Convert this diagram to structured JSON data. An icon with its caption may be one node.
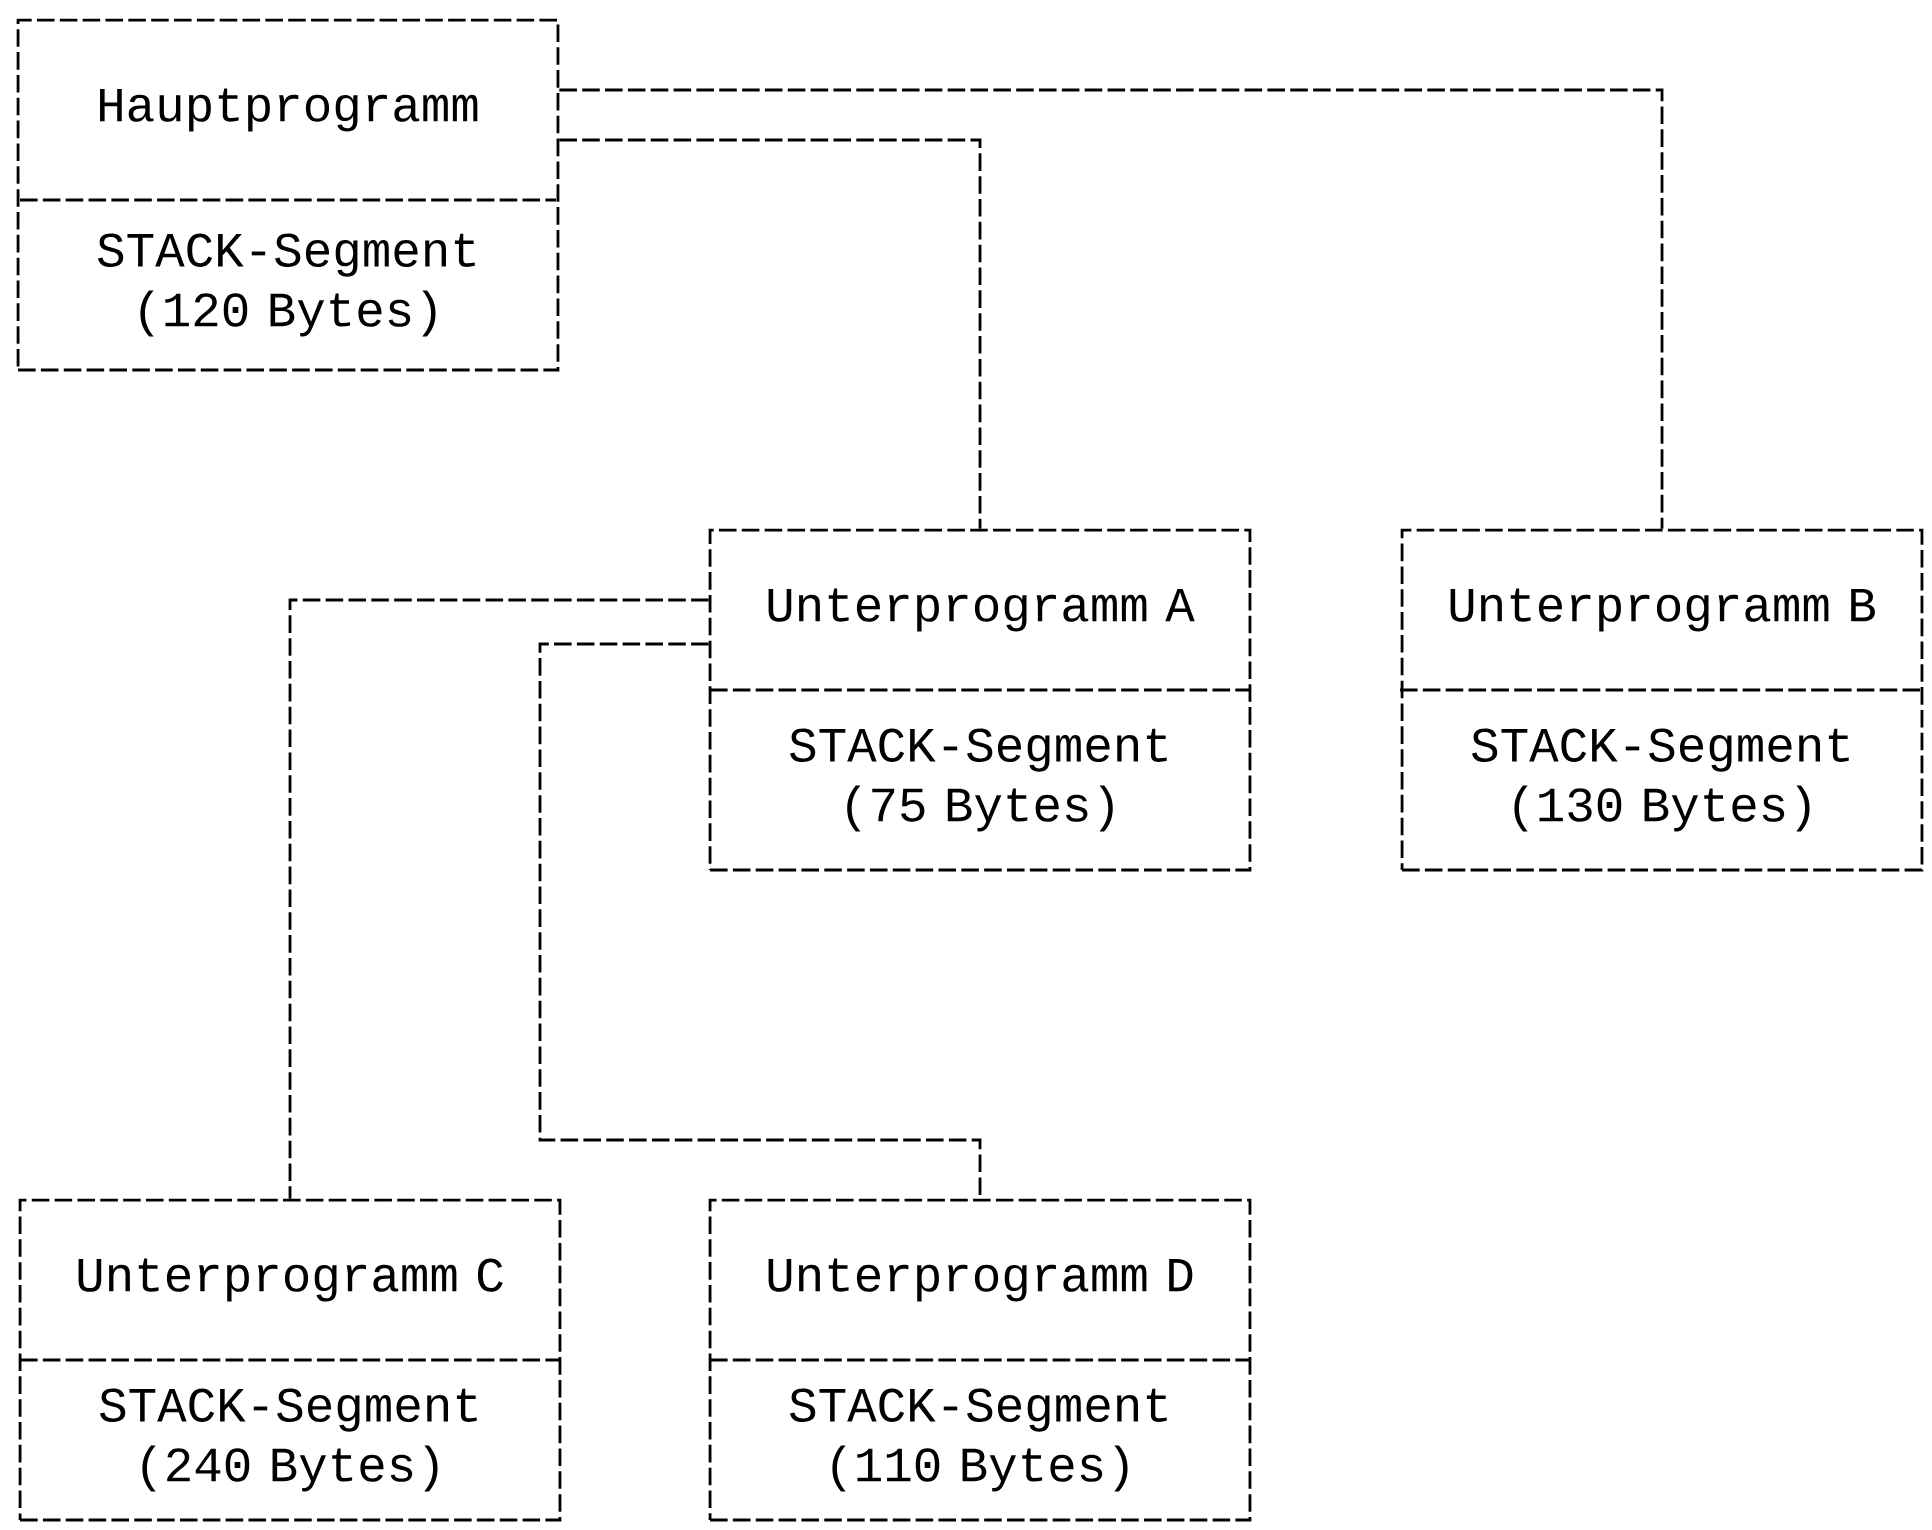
{
  "diagram": {
    "nodes": [
      {
        "text": [
          "Hauptprogramm",
          "STACK-Segment (120 Bytes)"
        ]
      },
      {
        "text": [
          "Unterprogramm A",
          "STACK-Segment (75 Bytes)"
        ]
      },
      {
        "text": [
          "Unterprogramm B",
          "STACK-Segment (130 Bytes)"
        ]
      },
      {
        "text": [
          "Unterprogramm C",
          "STACK-Segment (240 Bytes)"
        ]
      },
      {
        "text": [
          "Unterprogramm D",
          "STACK-Segment (110 Bytes)"
        ]
      }
    ],
    "edges": [
      {
        "from": 0,
        "to": 1,
        "arrow": "none"
      },
      {
        "from": 0,
        "to": 2,
        "arrow": "none"
      },
      {
        "from": 1,
        "to": 3,
        "arrow": "none"
      },
      {
        "from": 1,
        "to": 4,
        "arrow": "none"
      }
    ]
  }
}
